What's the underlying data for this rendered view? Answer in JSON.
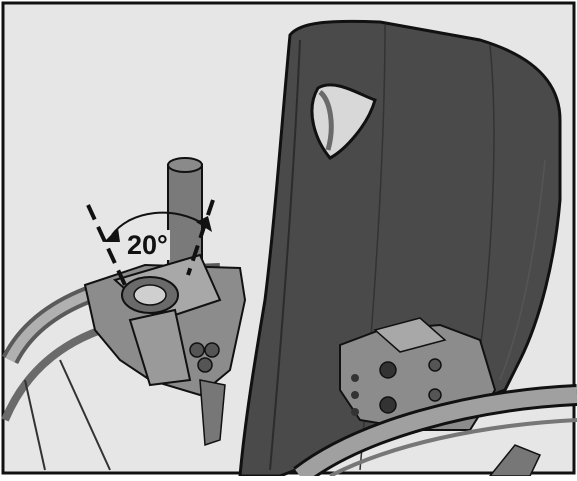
{
  "figure": {
    "angle_label": "20°",
    "colors": {
      "background": "#e6e6e6",
      "backrest": "#4a4a4a",
      "backrest_dark": "#333333",
      "metal": "#8c8c8c",
      "metal_dark": "#555555",
      "outline": "#111111",
      "wheel": "#9a9a9a"
    },
    "components": [
      "backrest-panel",
      "left-post",
      "right-post",
      "left-clamp-bracket",
      "right-clamp-bracket",
      "wheel-rim",
      "angle-indicator"
    ]
  }
}
